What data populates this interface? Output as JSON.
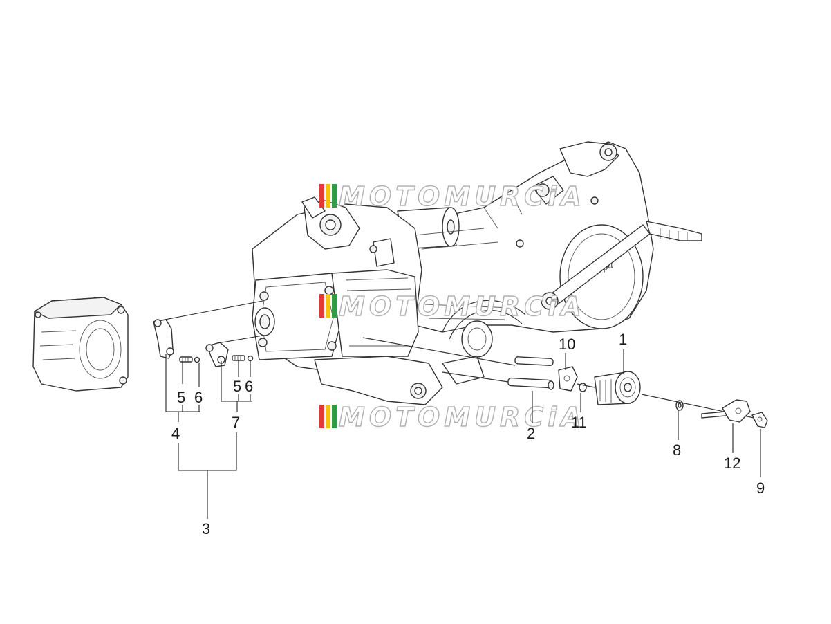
{
  "watermark": {
    "text": "MOTOMURCiA",
    "colors": [
      "#e53935",
      "#f1c40f",
      "#2e9e45"
    ]
  },
  "engine_badge": "Vespa",
  "callouts": [
    {
      "id": "c1",
      "label": "1"
    },
    {
      "id": "c2",
      "label": "2"
    },
    {
      "id": "c3",
      "label": "3"
    },
    {
      "id": "c4",
      "label": "4"
    },
    {
      "id": "c5a",
      "label": "5"
    },
    {
      "id": "c6a",
      "label": "6"
    },
    {
      "id": "c5b",
      "label": "5"
    },
    {
      "id": "c6b",
      "label": "6"
    },
    {
      "id": "c7",
      "label": "7"
    },
    {
      "id": "c8",
      "label": "8"
    },
    {
      "id": "c9",
      "label": "9"
    },
    {
      "id": "c10",
      "label": "10"
    },
    {
      "id": "c11",
      "label": "11"
    },
    {
      "id": "c12",
      "label": "12"
    }
  ]
}
